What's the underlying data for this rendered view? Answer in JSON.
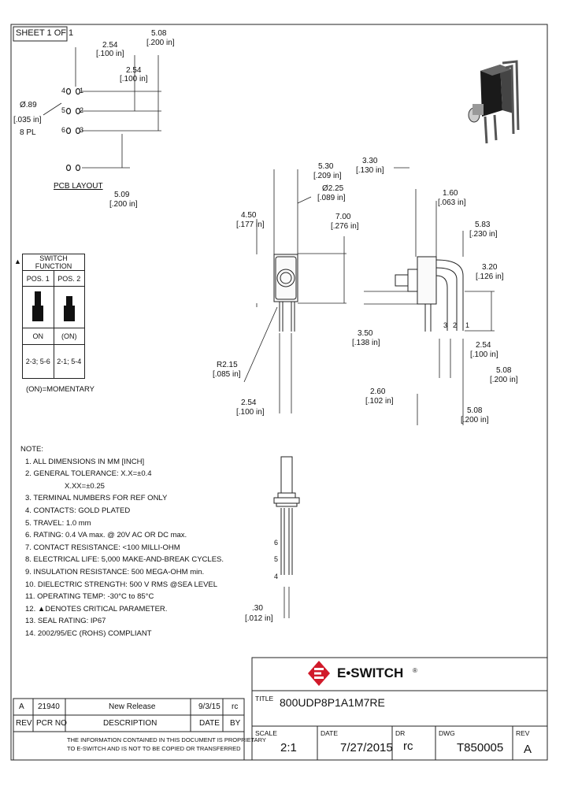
{
  "sheet": "SHEET 1 OF 1",
  "pcb": {
    "dim_254": "2.54",
    "dim_254_in": "[.100 in]",
    "dim_508": "5.08",
    "dim_508_in": "[.200 in]",
    "dim_254b": "2.54",
    "dim_254b_in": "[.100 in]",
    "dia": "Ø.89",
    "dia_in": "[.035 in]",
    "dia_pl": "8 PL",
    "pins_left": [
      "4",
      "5",
      "6"
    ],
    "pins_right": [
      "1",
      "2",
      "3"
    ],
    "layout_label": "PCB LAYOUT",
    "dim_509": "5.09",
    "dim_509_in": "[.200 in]"
  },
  "switch_function": {
    "mark": "▲",
    "title": "SWITCH FUNCTION",
    "pos1": "POS. 1",
    "pos2": "POS. 2",
    "state1": "ON",
    "state2": "(ON)",
    "conn1": "2-3; 5-6",
    "conn2": "2-1; 5-4",
    "footnote": "(ON)=MOMENTARY"
  },
  "front": {
    "d530": "5.30",
    "d530_in": "[.209 in]",
    "r225": "Ø2.25",
    "r225_in": "[.089 in]",
    "d450": "4.50",
    "d450_in": "[.177 in]",
    "d700": "7.00",
    "d700_in": "[.276 in]",
    "r215": "R2.15",
    "r215_in": "[.085 in]",
    "d254": "2.54",
    "d254_in": "[.100 in]"
  },
  "side": {
    "d330": "3.30",
    "d330_in": "[.130 in]",
    "d160": "1.60",
    "d160_in": "[.063 in]",
    "d583": "5.83",
    "d583_in": "[.230 in]",
    "d320": "3.20",
    "d320_in": "[.126 in]",
    "d350": "3.50",
    "d350_in": "[.138 in]",
    "pins": [
      "3",
      "2",
      "1"
    ],
    "d254": "2.54",
    "d254_in": "[.100 in]",
    "d508": "5.08",
    "d508_in": "[.200 in]",
    "d260": "2.60",
    "d260_in": "[.102 in]",
    "d508b": "5.08",
    "d508b_in": "[.200 in]"
  },
  "bottom_view": {
    "pins": [
      "6",
      "5",
      "4"
    ],
    "d030": ".30",
    "d030_in": "[.012 in]"
  },
  "notes": [
    "NOTE:",
    "1. ALL DIMENSIONS IN MM [INCH]",
    "2. GENERAL TOLERANCE: X.X=±0.4",
    "X.XX=±0.25",
    "3. TERMINAL NUMBERS FOR REF ONLY",
    "4. CONTACTS: GOLD PLATED",
    "5. TRAVEL: 1.0 mm",
    "6. RATING: 0.4 VA max. @ 20V AC OR DC max.",
    "7. CONTACT RESISTANCE: <100 MILLI-OHM",
    "8. ELECTRICAL LIFE: 5,000 MAKE-AND-BREAK CYCLES.",
    "9. INSULATION RESISTANCE: 500 MEGA-OHM min.",
    "10. DIELECTRIC STRENGTH: 500 V RMS @SEA LEVEL",
    "11. OPERATING TEMP: -30°C to 85°C",
    "12. ▲DENOTES CRITICAL PARAMETER.",
    "13. SEAL RATING: IP67",
    "14. 2002/95/EC (ROHS) COMPLIANT"
  ],
  "revision": {
    "rev": "A",
    "pcr": "21940",
    "description": "New Release",
    "date": "9/3/15",
    "by": "rc",
    "h_rev": "REV",
    "h_pcr": "PCR NO",
    "h_desc": "DESCRIPTION",
    "h_date": "DATE",
    "h_by": "BY"
  },
  "proprietary": [
    "THE INFORMATION CONTAINED IN THIS DOCUMENT IS PROPRIETARY",
    "TO E-SWITCH AND IS NOT TO BE COPIED OR TRANSFERRED"
  ],
  "title_block": {
    "brand": "E•SWITCH",
    "brand_mark": "®",
    "title_label": "TITLE",
    "title": "800UDP8P1A1M7RE",
    "scale_label": "SCALE",
    "scale": "2:1",
    "date_label": "DATE",
    "date": "7/27/2015",
    "dr_label": "DR",
    "dr": "rc",
    "dwg_label": "DWG",
    "dwg": "T850005",
    "rev_label": "REV",
    "rev": "A"
  },
  "colors": {
    "brand_red": "#d11a2a",
    "line": "#222222"
  }
}
